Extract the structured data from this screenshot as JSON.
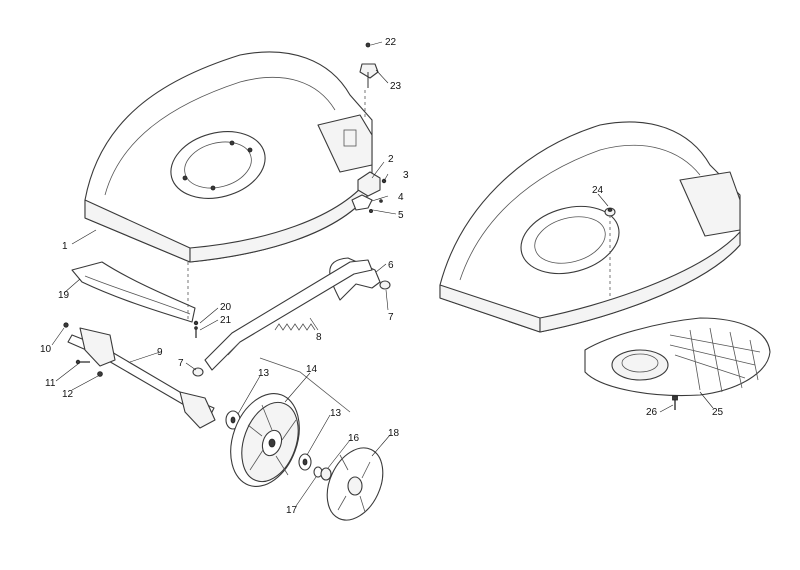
{
  "callouts": {
    "c1": "1",
    "c2": "2",
    "c3": "3",
    "c4": "4",
    "c5": "5",
    "c6": "6",
    "c7a": "7",
    "c7b": "7",
    "c8": "8",
    "c9": "9",
    "c10": "10",
    "c11": "11",
    "c12": "12",
    "c13a": "13",
    "c13b": "13",
    "c14": "14",
    "c16": "16",
    "c17": "17",
    "c18": "18",
    "c19": "19",
    "c20": "20",
    "c21": "21",
    "c22": "22",
    "c23": "23",
    "c24": "24",
    "c25": "25",
    "c26": "26"
  },
  "colors": {
    "line": "#3a3a3a",
    "background": "#ffffff"
  }
}
